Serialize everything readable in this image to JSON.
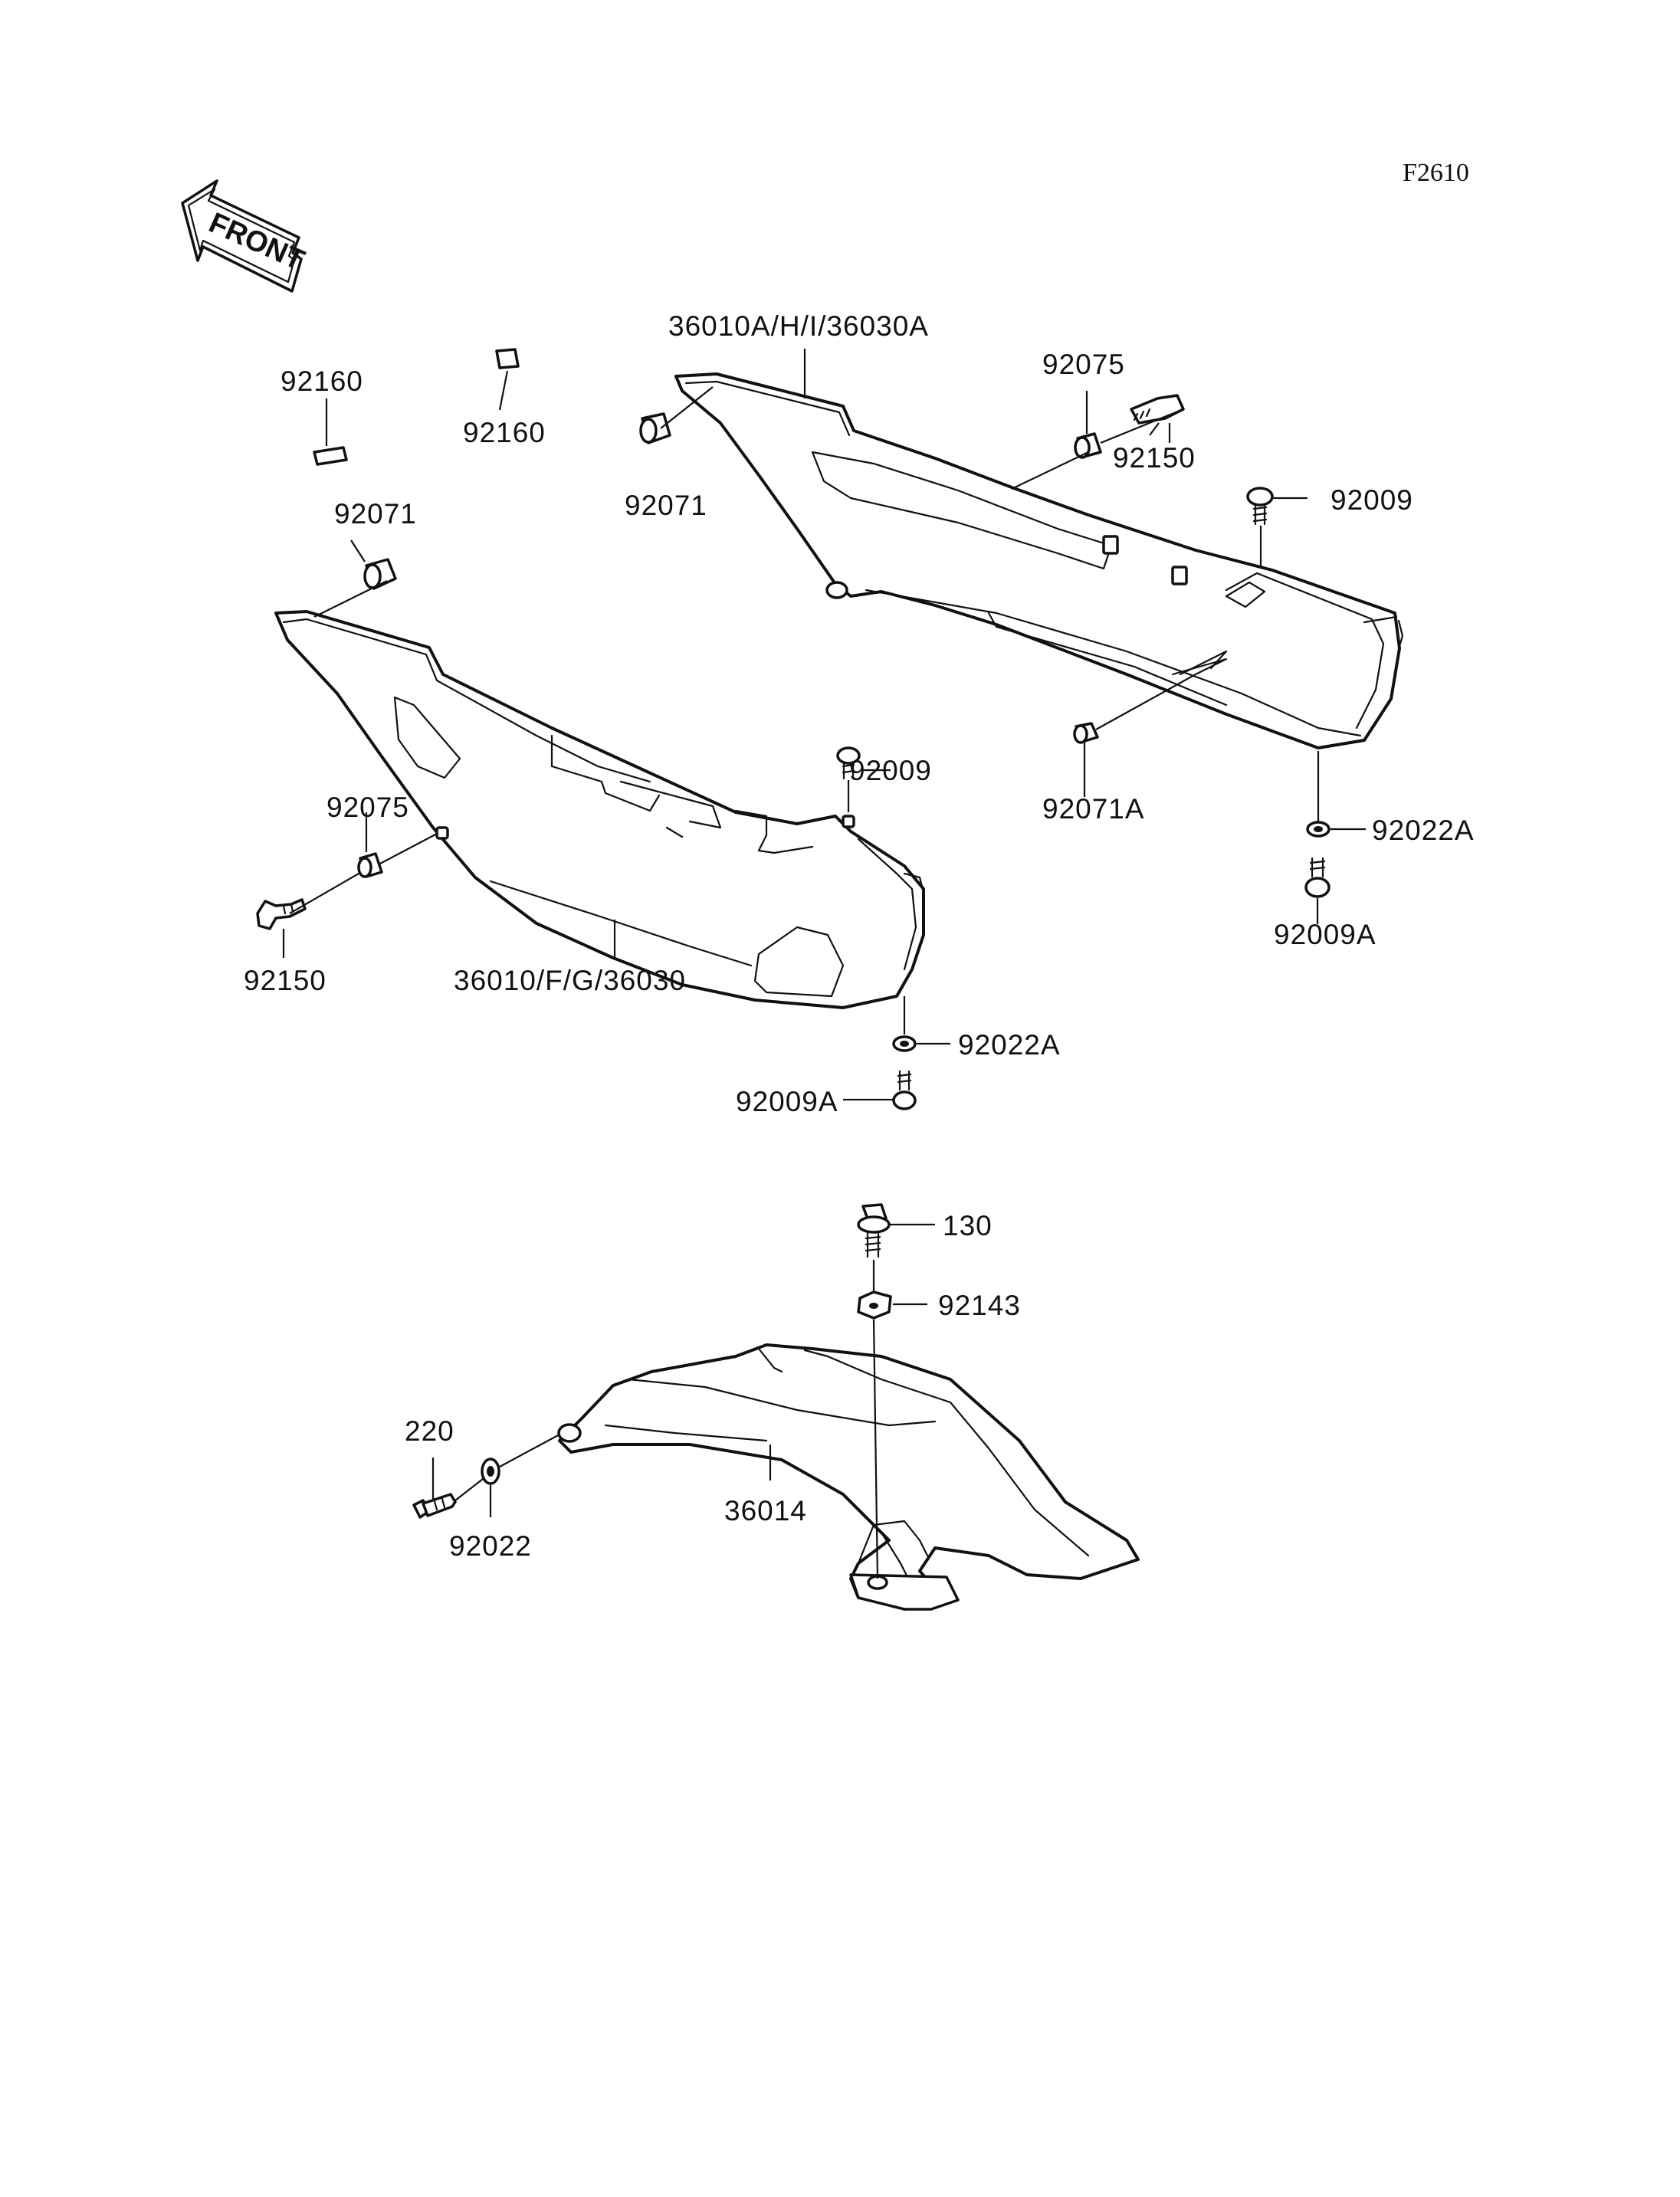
{
  "figure_id": "F2610",
  "front_arrow": {
    "label": "FRONT",
    "icon": "front-direction-arrow-icon"
  },
  "labels": {
    "upper_right_panel": "36010A/H/I/36030A",
    "upper_left_panel": "36010/F/G/36030",
    "lower_cover": "36014",
    "grommet_92160_a": "92160",
    "grommet_92160_b": "92160",
    "damper_92071_left": "92071",
    "damper_92071_right": "92071",
    "damper_92071A": "92071A",
    "collar_92075_right": "92075",
    "collar_92075_left": "92075",
    "bolt_92150_right": "92150",
    "bolt_92150_left": "92150",
    "screw_92009_right": "92009",
    "screw_92009_left": "92009",
    "washer_92022A_right": "92022A",
    "washer_92022A_left": "92022A",
    "screw_92009A_right": "92009A",
    "screw_92009A_left": "92009A",
    "bolt_130": "130",
    "washer_92143": "92143",
    "screw_220": "220",
    "washer_92022": "92022"
  }
}
